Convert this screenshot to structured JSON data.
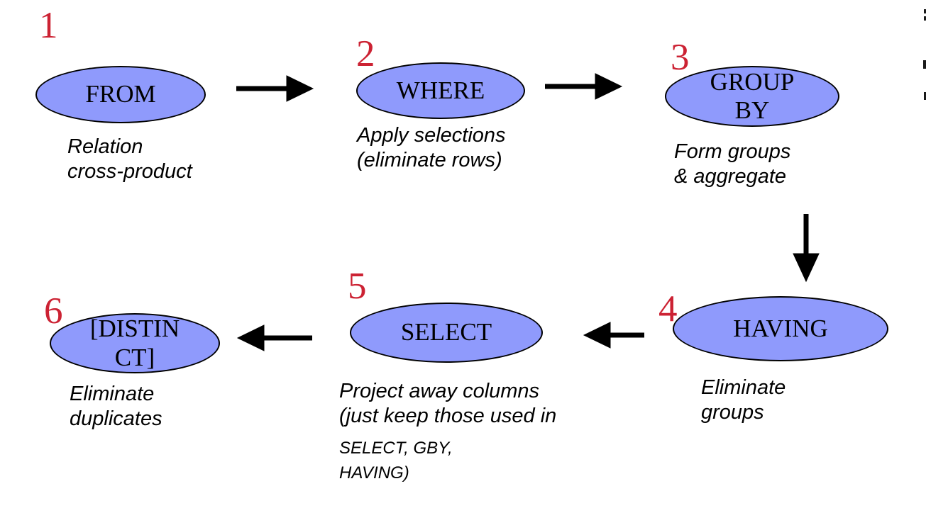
{
  "diagram": {
    "kind": "flowchart",
    "nodes": [
      {
        "number": "1",
        "label": "FROM",
        "description": "Relation\ncross-product"
      },
      {
        "number": "2",
        "label": "WHERE",
        "description": "Apply selections\n(eliminate rows)"
      },
      {
        "number": "3",
        "label": "GROUP\nBY",
        "description": "Form groups\n& aggregate"
      },
      {
        "number": "4",
        "label": "HAVING",
        "description": "Eliminate\ngroups"
      },
      {
        "number": "5",
        "label": "SELECT",
        "description": "Project away columns\n(just keep those used in",
        "description_small": "SELECT, GBY,\nHAVING)"
      },
      {
        "number": "6",
        "label": "[DISTIN\nCT]",
        "description": "Eliminate\nduplicates"
      }
    ],
    "edges": [
      {
        "from": "FROM",
        "to": "WHERE",
        "direction": "right"
      },
      {
        "from": "WHERE",
        "to": "GROUP BY",
        "direction": "right"
      },
      {
        "from": "GROUP BY",
        "to": "HAVING",
        "direction": "down"
      },
      {
        "from": "HAVING",
        "to": "SELECT",
        "direction": "left"
      },
      {
        "from": "SELECT",
        "to": "[DISTINCT]",
        "direction": "left"
      }
    ],
    "colors": {
      "node_fill": "#8f9afc",
      "node_border": "#000000",
      "number_color": "#cc2233",
      "arrow_color": "#000000",
      "text_color": "#000000",
      "background": "#ffffff"
    }
  }
}
